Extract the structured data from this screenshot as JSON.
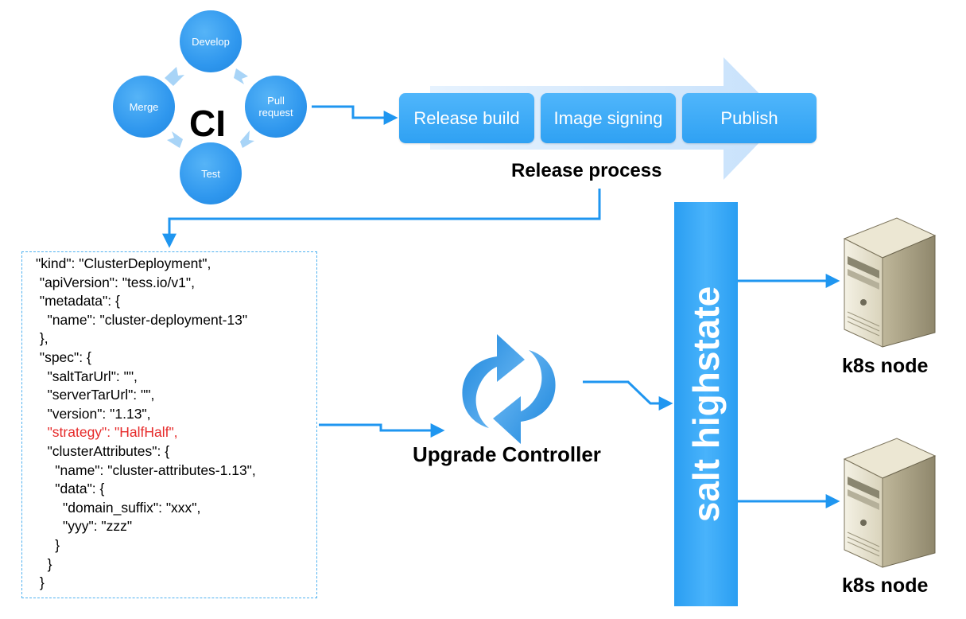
{
  "ci": {
    "label": "CI",
    "nodes": {
      "develop": "Develop",
      "pull_request_line1": "Pull",
      "pull_request_line2": "request",
      "test": "Test",
      "merge": "Merge"
    }
  },
  "release": {
    "stages": [
      "Release build",
      "Image signing",
      "Publish"
    ],
    "label": "Release process"
  },
  "config": {
    "lines": [
      "\"kind\": \"ClusterDeployment\",",
      " \"apiVersion\": \"tess.io/v1\",",
      " \"metadata\": {",
      "   \"name\": \"cluster-deployment-13\"",
      " },",
      " \"spec\": {",
      "   \"saltTarUrl\": \"\",",
      "   \"serverTarUrl\": \"\",",
      "   \"version\": \"1.13\",",
      "   \"strategy\": \"HalfHalf\",",
      "   \"clusterAttributes\": {",
      "     \"name\": \"cluster-attributes-1.13\",",
      "     \"data\": {",
      "       \"domain_suffix\": \"xxx\",",
      "       \"yyy\": \"zzz\"",
      "     }",
      "   }",
      " }"
    ],
    "highlight_index": 9,
    "highlight_color": "#e62a2a"
  },
  "controller": {
    "label": "Upgrade Controller"
  },
  "salt": {
    "label": "salt highstate"
  },
  "nodes": [
    {
      "label": "k8s node"
    },
    {
      "label": "k8s node"
    }
  ],
  "colors": {
    "accent": "#2f9ff2",
    "arrow": "#1f96f0"
  }
}
